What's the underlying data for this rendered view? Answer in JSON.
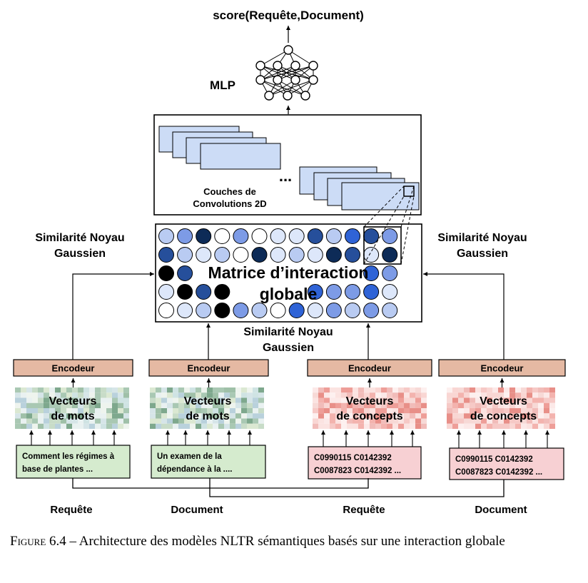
{
  "diagram": {
    "score_label": "score(Requête,Document)",
    "mlp_label": "MLP",
    "conv_label_line1": "Couches de",
    "conv_label_line2": "Convolutions 2D",
    "conv_ellipsis": "...",
    "kernel_left_line1": "Similarité Noyau",
    "kernel_left_line2": "Gaussien",
    "kernel_right_line1": "Similarité Noyau",
    "kernel_right_line2": "Gaussien",
    "kernel_bottom_line1": "Similarité Noyau",
    "kernel_bottom_line2": "Gaussien",
    "matrix_title_line1": "Matrice d’interaction",
    "matrix_title_line2": "globale",
    "encoders": [
      {
        "label": "Encodeur"
      },
      {
        "label": "Encodeur"
      },
      {
        "label": "Encodeur"
      },
      {
        "label": "Encodeur"
      }
    ],
    "vectors": [
      {
        "line1": "Vecteurs",
        "line2": "de mots",
        "palette": "green"
      },
      {
        "line1": "Vecteurs",
        "line2": "de mots",
        "palette": "green"
      },
      {
        "line1": "Vecteurs",
        "line2": "de concepts",
        "palette": "red"
      },
      {
        "line1": "Vecteurs",
        "line2": "de concepts",
        "palette": "red"
      }
    ],
    "inputs": [
      {
        "line1": "Comment les régimes à",
        "line2": "base de plantes ...",
        "palette": "green"
      },
      {
        "line1": "Un examen de la",
        "line2": "dépendance à la ....",
        "palette": "green"
      },
      {
        "line1": "C0990115 C0142392",
        "line2": "C0087823 C0142392 ...",
        "palette": "red"
      },
      {
        "line1": "C0990115 C0142392",
        "line2": "C0087823 C0142392 ...",
        "palette": "red"
      }
    ],
    "bottom_labels": [
      "Requête",
      "Document",
      "Requête",
      "Document"
    ],
    "matrix_rows": [
      [
        "c2",
        "c3",
        "c6",
        "c0",
        "c3",
        "c0",
        "c1",
        "c1",
        "c5",
        "c2",
        "c4",
        "c5",
        "c3"
      ],
      [
        "c5",
        "c2",
        "c1",
        "c2",
        "c0",
        "c6",
        "c1",
        "c2",
        "c1",
        "c6",
        "c5",
        "c1",
        "c6"
      ],
      [
        "c7",
        "c5",
        "c0",
        "c0",
        "c0",
        "c0",
        "c0",
        "c0",
        "c0",
        "c0",
        "c0",
        "c4",
        "c3"
      ],
      [
        "c1",
        "c7",
        "c5",
        "c7",
        "c3",
        "c0",
        "c0",
        "c0",
        "c4",
        "c3",
        "c3",
        "c4",
        "c1"
      ],
      [
        "c0",
        "c1",
        "c2",
        "c7",
        "c3",
        "c2",
        "c0",
        "c4",
        "c1",
        "c3",
        "c2",
        "c3",
        "c2"
      ]
    ],
    "cell_colors": {
      "c0": "#ffffff",
      "c1": "#dde7fa",
      "c2": "#b9cbf2",
      "c3": "#7d9be6",
      "c4": "#2f63d6",
      "c5": "#264f9b",
      "c6": "#0d2b57",
      "c7": "#000000"
    },
    "colors": {
      "encoder_fill": "#e5b9a3",
      "conv_fill": "#ccdcf6",
      "green_fill": "#d5ebce",
      "red_fill": "#f7d0d3"
    }
  },
  "caption": {
    "label": "Figure 6.4",
    "dash": " – ",
    "text": "Architecture des modèles NLTR sémantiques basés sur une interaction globale"
  }
}
